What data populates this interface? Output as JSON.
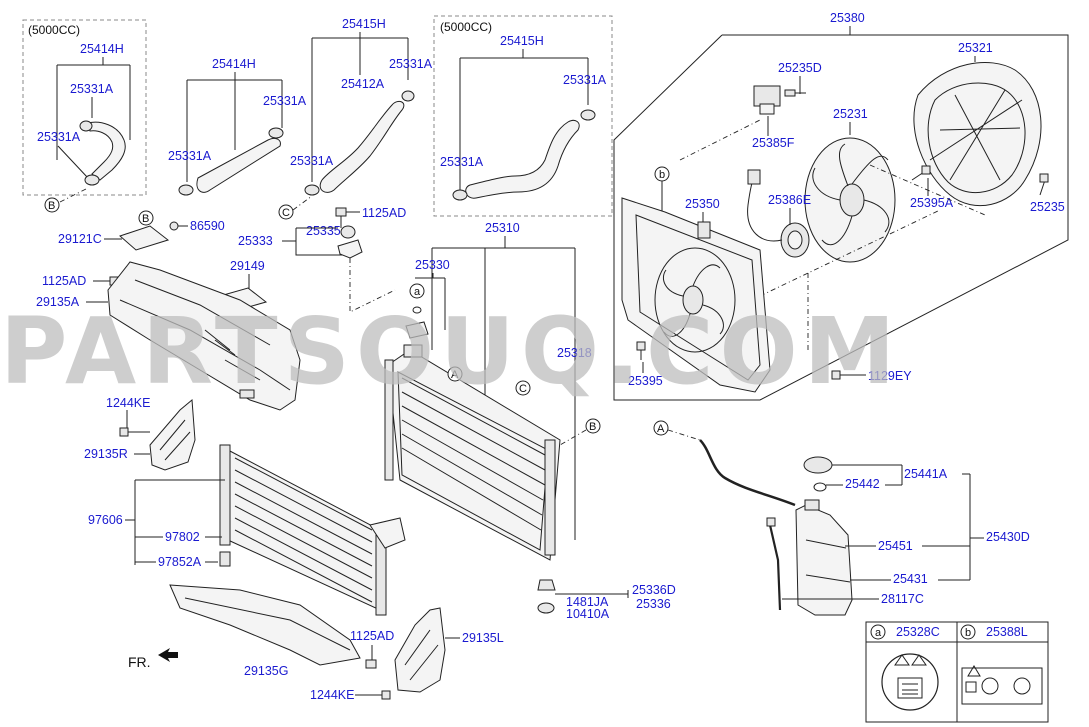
{
  "watermark": "PARTSOUQ.COM",
  "direction": {
    "label": "FR."
  },
  "variant_boxes": [
    {
      "title": "(5000CC)"
    },
    {
      "title": "(5000CC)"
    }
  ],
  "callouts": {
    "a": "a",
    "b": "b",
    "A": "A",
    "B": "B",
    "C": "C"
  },
  "labels": {
    "p25414H_box": "25414H",
    "p25331A_box1": "25331A",
    "p25331A_box2": "25331A",
    "p25414H": "25414H",
    "p25331A_1": "25331A",
    "p25331A_2": "25331A",
    "p25415H": "25415H",
    "p25331A_3": "25331A",
    "p25412A": "25412A",
    "p25331A_4": "25331A",
    "p25415H_box": "25415H",
    "p25331A_box3": "25331A",
    "p25331A_box4": "25331A",
    "p25380": "25380",
    "p25321": "25321",
    "p25235D": "25235D",
    "p25231": "25231",
    "p25385F": "25385F",
    "p25350": "25350",
    "p25386E": "25386E",
    "p25395A": "25395A",
    "p25235": "25235",
    "p25395": "25395",
    "p1129EY": "1129EY",
    "p86590": "86590",
    "p29121C": "29121C",
    "p1125AD_top": "1125AD",
    "p25335": "25335",
    "p25333": "25333",
    "p25310": "25310",
    "p1125AD_left": "1125AD",
    "p29149": "29149",
    "p25330": "25330",
    "p29135A": "29135A",
    "p25318": "25318",
    "p1244KE_1": "1244KE",
    "p29135R": "29135R",
    "p97606": "97606",
    "p97802": "97802",
    "p97852A": "97852A",
    "p25336D": "25336D",
    "p1481JA": "1481JA",
    "p25336": "25336",
    "p10410A": "10410A",
    "p1125AD_bottom": "1125AD",
    "p29135L": "29135L",
    "p29135G": "29135G",
    "p1244KE_2": "1244KE",
    "p25441A": "25441A",
    "p25442": "25442",
    "p25430D": "25430D",
    "p25451": "25451",
    "p25431": "25431",
    "p28117C": "28117C"
  },
  "legend_table": {
    "a_key": "a",
    "a_part": "25328C",
    "b_key": "b",
    "b_part": "25388L"
  }
}
